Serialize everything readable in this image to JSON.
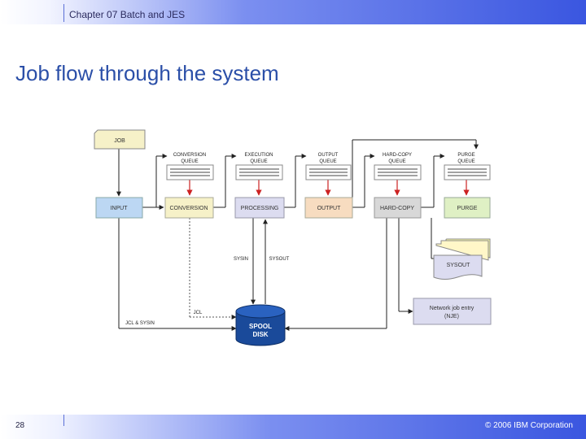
{
  "header": {
    "chapter": "Chapter 07 Batch and JES"
  },
  "slide": {
    "title": "Job flow through the system"
  },
  "footer": {
    "page_number": "28",
    "copyright": "© 2006 IBM Corporation"
  },
  "diagram": {
    "job": "JOB",
    "queues": {
      "conversion": [
        "CONVERSION",
        "QUEUE"
      ],
      "execution": [
        "EXECUTION",
        "QUEUE"
      ],
      "output": [
        "OUTPUT",
        "QUEUE"
      ],
      "hardcopy": [
        "HARD-COPY",
        "QUEUE"
      ],
      "purge": [
        "PURGE",
        "QUEUE"
      ]
    },
    "stages": {
      "input": "INPUT",
      "conversion": "CONVERSION",
      "processing": "PROCESSING",
      "output": "OUTPUT",
      "hardcopy": "HARD-COPY",
      "purge": "PURGE"
    },
    "labels": {
      "sysin": "SYSIN",
      "sysout": "SYSOUT",
      "jcl": "JCL",
      "jcl_sysin": "JCL & SYSIN",
      "sysout_doc": "SYSOUT"
    },
    "spool": [
      "SPOOL",
      "DISK"
    ],
    "nje": [
      "Network job entry",
      "(NJE)"
    ],
    "colors": {
      "input": "#bcd7f3",
      "conversion": "#f6f1c8",
      "processing": "#dcdcf0",
      "output": "#f7dcc0",
      "hardcopy": "#d8d8d8",
      "purge": "#dff0c4",
      "job": "#f6f1c8",
      "sysout_doc": "#dcdcf0",
      "nje": "#dcdcf0",
      "spool": "#1a4a9a",
      "arrow_red": "#cc2222"
    }
  }
}
